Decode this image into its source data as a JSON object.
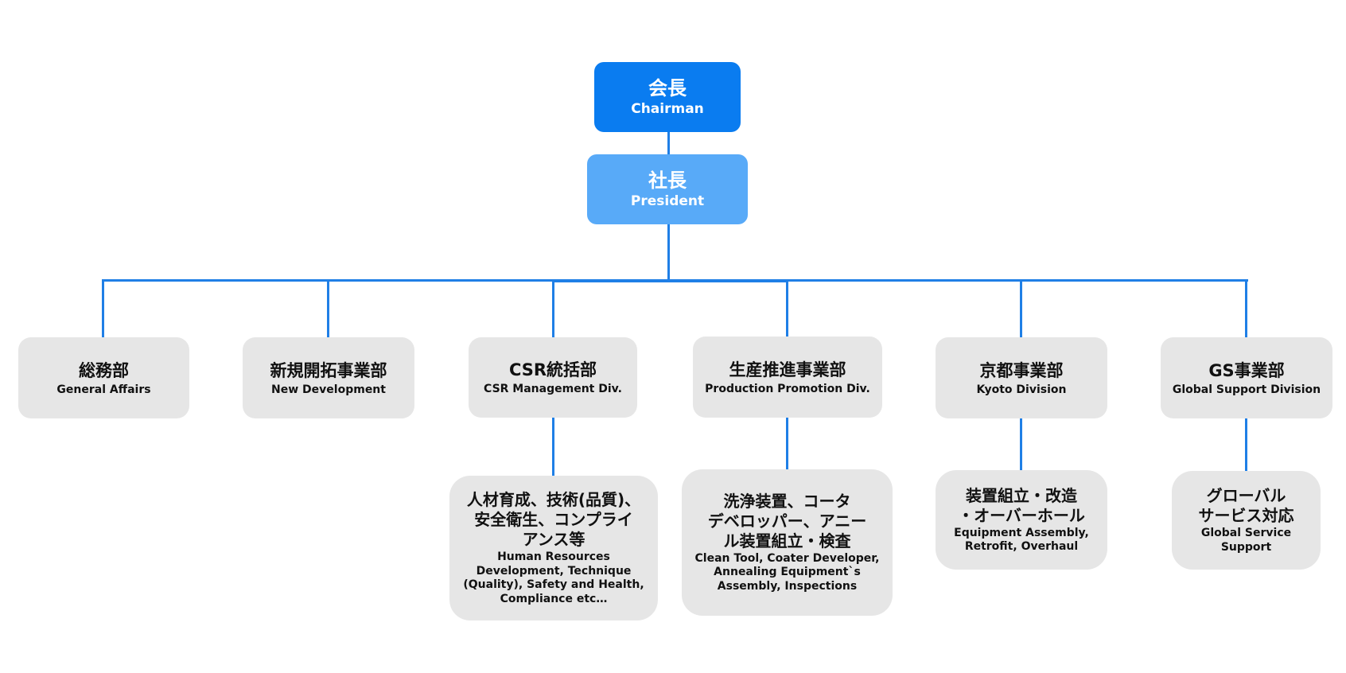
{
  "chart": {
    "chairman": {
      "jp": "会長",
      "en": "Chairman"
    },
    "president": {
      "jp": "社長",
      "en": "President"
    },
    "departments": [
      {
        "jp": "総務部",
        "en": "General Affairs"
      },
      {
        "jp": "新規開拓事業部",
        "en": "New Development"
      },
      {
        "jp": "CSR統括部",
        "en": "CSR Management Div."
      },
      {
        "jp": "生産推進事業部",
        "en": "Production Promotion Div."
      },
      {
        "jp": "京都事業部",
        "en": "Kyoto Division"
      },
      {
        "jp": "GS事業部",
        "en": "Global Support Division"
      }
    ],
    "sub_units": [
      {
        "jp": "人材育成、技術(品質)、\n安全衛生、コンプライ\nアンス等",
        "en": "Human Resources\nDevelopment, Technique\n(Quality), Safety and Health,\nCompliance etc…"
      },
      {
        "jp": "洗浄装置、コータ\nデベロッパー、アニー\nル装置組立・検査",
        "en": "Clean Tool, Coater Developer,\nAnnealing  Equipment`s\nAssembly, Inspections"
      },
      {
        "jp": "装置組立・改造\n・オーバーホール",
        "en": "Equipment Assembly,\nRetrofit, Overhaul"
      },
      {
        "jp": "グローバル\nサービス対応",
        "en": "Global Service\nSupport"
      }
    ]
  },
  "colors": {
    "line": "#1f7fe6",
    "chairman_fill": "#0a7cf0",
    "president_fill": "#58aaf8",
    "box_fill": "#e6e6e6"
  }
}
